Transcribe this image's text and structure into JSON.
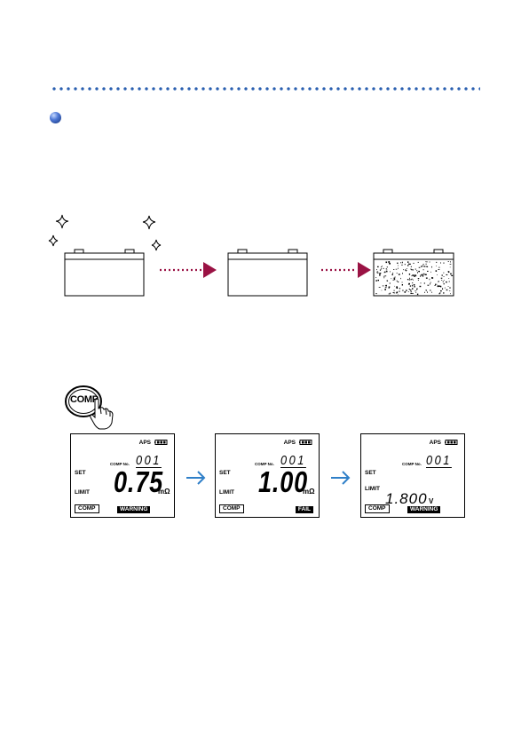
{
  "comp_button": {
    "label": "COMP"
  },
  "displays": [
    {
      "aps": "APS",
      "set": "SET",
      "limit": "LIMIT",
      "comp_no_label": "COMP No.",
      "comp_no": "001",
      "reading": "0.75",
      "unit": "mΩ",
      "comp_box": "COMP",
      "status": "WARNING"
    },
    {
      "aps": "APS",
      "set": "SET",
      "limit": "LIMIT",
      "comp_no_label": "COMP No.",
      "comp_no": "001",
      "reading": "1.00",
      "unit": "mΩ",
      "comp_box": "COMP",
      "status": "FAIL"
    },
    {
      "aps": "APS",
      "set": "SET",
      "limit": "LIMIT",
      "comp_no_label": "COMP No.",
      "comp_no": "001",
      "reading": "1.800",
      "unit": "V",
      "comp_box": "COMP",
      "status": "WARNING"
    }
  ],
  "colors": {
    "rule": "#2a5fb0",
    "arrow_dotted": "#9a1244",
    "arrow_lcd": "#2f7fc8"
  },
  "icons": [
    "sparkle-icon",
    "battery-icon",
    "press-hand-icon"
  ]
}
